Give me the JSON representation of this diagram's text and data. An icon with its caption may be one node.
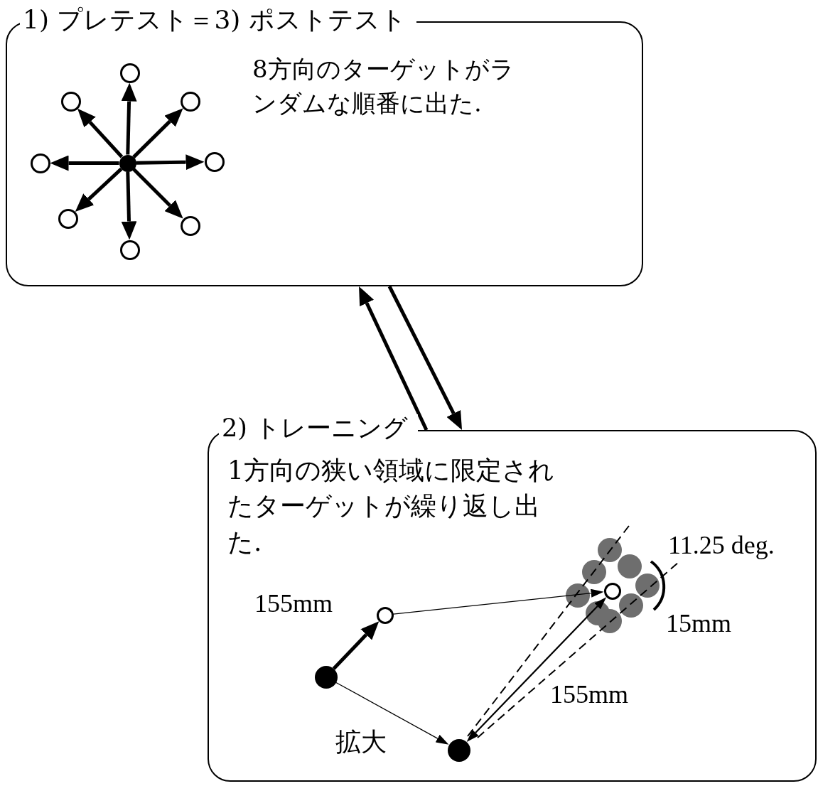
{
  "diagram": {
    "nodes": [
      {
        "text": [
          "1) プレテスト＝3) ポストテスト",
          "8方向のターゲットがランダムな順番に出た."
        ]
      },
      {
        "text": [],
        "shape": "circle",
        "in": 0
      },
      {
        "text": [],
        "shape": "circle",
        "in": 0
      },
      {
        "text": [],
        "shape": "circle",
        "in": 0
      },
      {
        "text": [],
        "shape": "circle",
        "in": 0
      },
      {
        "text": [],
        "shape": "circle",
        "in": 0
      },
      {
        "text": [],
        "shape": "circle",
        "in": 0
      },
      {
        "text": [],
        "shape": "circle",
        "in": 0
      },
      {
        "text": [],
        "shape": "circle",
        "in": 0
      },
      {
        "text": [],
        "shape": "circle",
        "in": 0
      },
      {
        "text": [
          "2) トレーニング",
          "1方向の狭い領域に限定されたターゲットが繰り返し出た."
        ]
      },
      {
        "text": [],
        "shape": "circle",
        "in": 10
      },
      {
        "text": [],
        "shape": "circle",
        "in": 10
      },
      {
        "text": [],
        "shape": "circle",
        "in": 10
      },
      {
        "text": [],
        "shape": "circle",
        "in": 10
      }
    ],
    "edges": [
      {
        "from": 1,
        "to": 2,
        "arrow": "to"
      },
      {
        "from": 1,
        "to": 3,
        "arrow": "to"
      },
      {
        "from": 1,
        "to": 4,
        "arrow": "to"
      },
      {
        "from": 1,
        "to": 5,
        "arrow": "to"
      },
      {
        "from": 1,
        "to": 6,
        "arrow": "to"
      },
      {
        "from": 1,
        "to": 7,
        "arrow": "to"
      },
      {
        "from": 1,
        "to": 8,
        "arrow": "to"
      },
      {
        "from": 1,
        "to": 9,
        "arrow": "to"
      },
      {
        "from": 10,
        "to": 0,
        "arrow": "to"
      },
      {
        "from": 0,
        "to": 10,
        "arrow": "to"
      },
      {
        "from": 13,
        "to": 12,
        "arrow": "to",
        "label": "155mm"
      },
      {
        "from": 12,
        "to": 11,
        "arrow": "to"
      },
      {
        "from": 13,
        "to": 14,
        "arrow": "to",
        "label": "拡大"
      },
      {
        "from": 14,
        "to": 11,
        "arrow": "both",
        "label": "155mm"
      }
    ],
    "labels": [
      "11.25 deg.",
      "15mm"
    ]
  }
}
